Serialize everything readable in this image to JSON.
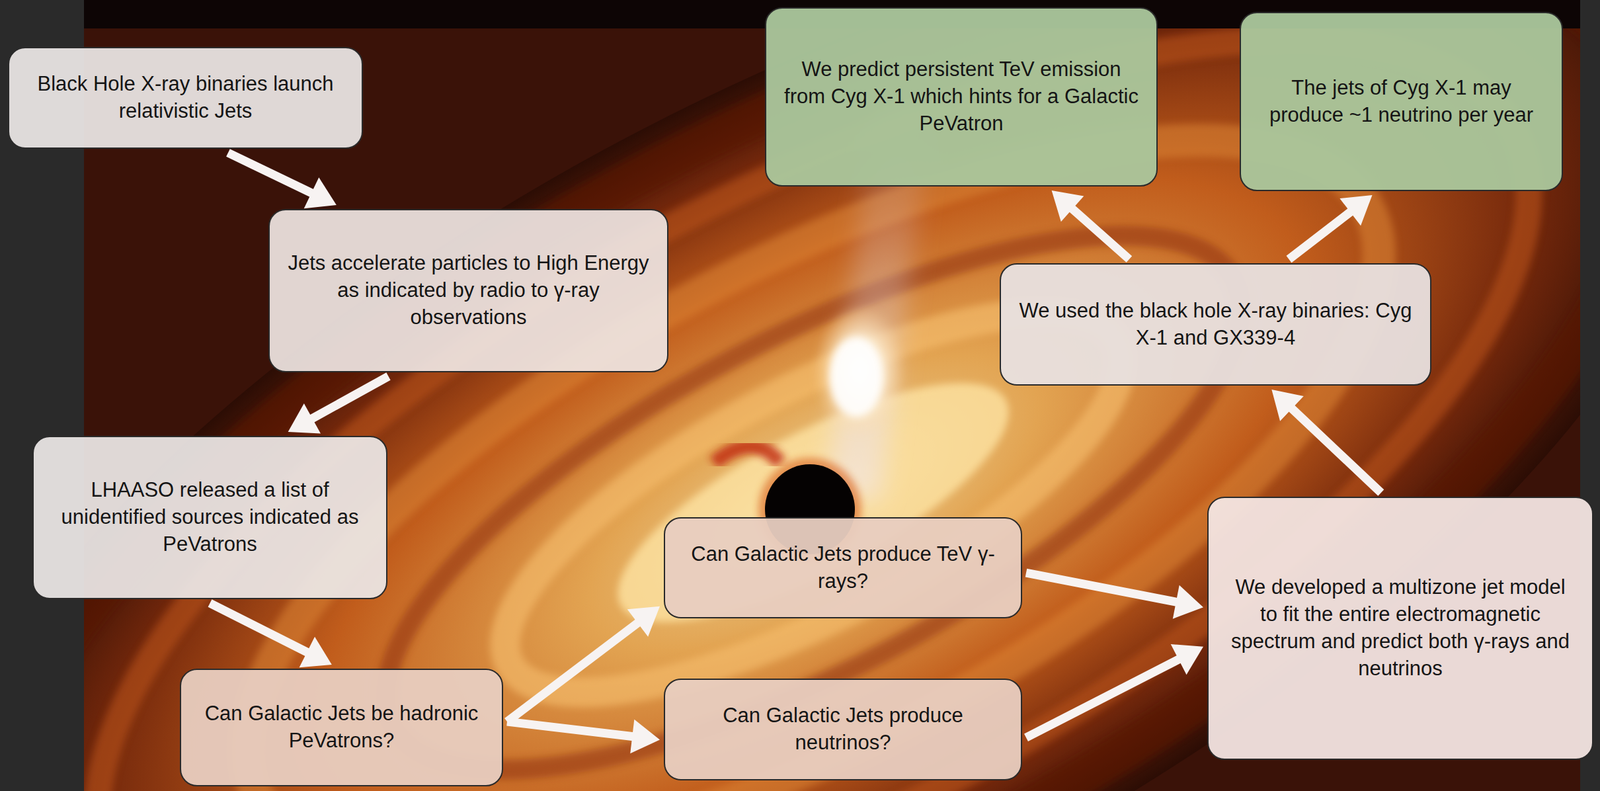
{
  "diagram": {
    "nodes": [
      {
        "text": [
          "Black Hole X-ray binaries launch relativistic Jets"
        ]
      },
      {
        "text": [
          "Jets accelerate particles to High Energy as indicated by radio to γ-ray observations"
        ]
      },
      {
        "text": [
          "LHAASO released a list of unidentified sources indicated as PeVatrons"
        ]
      },
      {
        "text": [
          "Can Galactic Jets be hadronic PeVatrons?"
        ]
      },
      {
        "text": [
          "Can Galactic Jets produce TeV γ-rays?"
        ]
      },
      {
        "text": [
          "Can Galactic Jets produce neutrinos?"
        ]
      },
      {
        "text": [
          "We developed a multizone jet model to fit the entire electromagnetic spectrum and predict both γ-rays and neutrinos"
        ]
      },
      {
        "text": [
          "We used the black hole X-ray binaries: Cyg X-1 and GX339-4"
        ]
      },
      {
        "text": [
          "We predict persistent TeV emission from Cyg X-1 which hints for a Galactic PeVatron"
        ]
      },
      {
        "text": [
          "The jets of Cyg X-1 may produce ~1 neutrino per year"
        ]
      }
    ],
    "edges": [
      {
        "from": 0,
        "to": 1,
        "arrow": "to"
      },
      {
        "from": 1,
        "to": 2,
        "arrow": "to"
      },
      {
        "from": 2,
        "to": 3,
        "arrow": "to"
      },
      {
        "from": 3,
        "to": 4,
        "arrow": "to"
      },
      {
        "from": 3,
        "to": 5,
        "arrow": "to"
      },
      {
        "from": 4,
        "to": 6,
        "arrow": "to"
      },
      {
        "from": 5,
        "to": 6,
        "arrow": "to"
      },
      {
        "from": 6,
        "to": 7,
        "arrow": "to"
      },
      {
        "from": 7,
        "to": 8,
        "arrow": "to"
      },
      {
        "from": 7,
        "to": 9,
        "arrow": "to"
      }
    ]
  }
}
